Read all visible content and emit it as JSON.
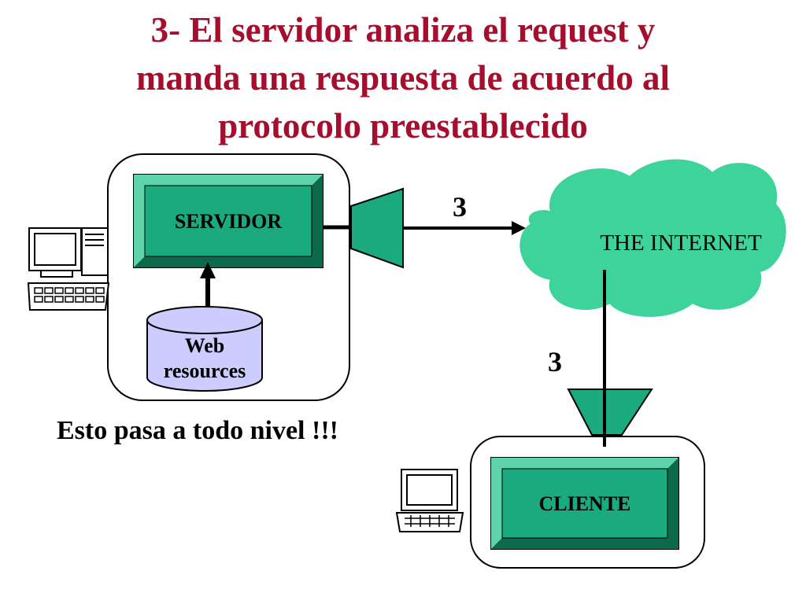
{
  "title": {
    "line1": "3- El servidor analiza el request y",
    "line2": "manda una respuesta de acuerdo al",
    "line3": "protocolo preestablecido"
  },
  "server": {
    "label": "SERVIDOR"
  },
  "resources": {
    "line1": "Web",
    "line2": "resources"
  },
  "internet": {
    "label": "THE INTERNET"
  },
  "client": {
    "label": "CLIENTE"
  },
  "step_top": "3",
  "step_side": "3",
  "note": "Esto pasa a todo nivel !!!",
  "colors": {
    "title": "#a50f2d",
    "box_green": "#1aaa7e",
    "cloud_green": "#3dd39a",
    "cylinder": "#ccccff"
  },
  "icons": [
    "desktop-computer-icon",
    "laptop-computer-icon"
  ]
}
